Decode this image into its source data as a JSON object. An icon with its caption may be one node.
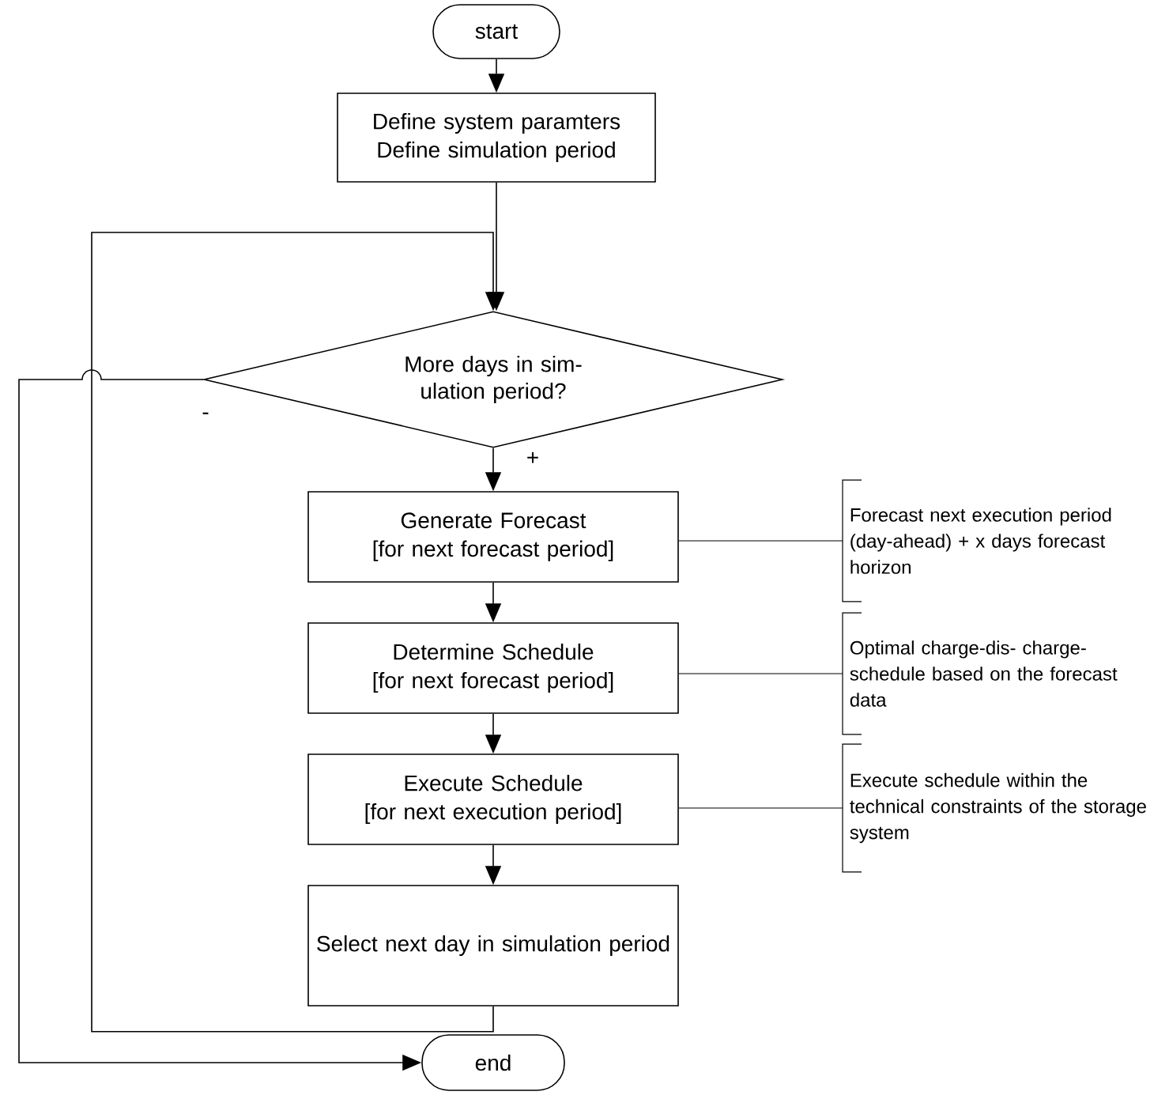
{
  "diagram": {
    "nodes": [
      {
        "text": [
          "start"
        ]
      },
      {
        "text": [
          "Define system paramters",
          "Define simulation period"
        ]
      },
      {
        "text": [
          "More days in sim- ulation period?"
        ]
      },
      {
        "text": [
          "Generate Forecast",
          "[for next forecast period]"
        ]
      },
      {
        "text": [
          "Determine Schedule",
          "[for next forecast period]"
        ]
      },
      {
        "text": [
          "Execute Schedule",
          "[for next execution period]"
        ]
      },
      {
        "text": [
          "Select next day in simulation period"
        ]
      },
      {
        "text": [
          "end"
        ]
      },
      {
        "text": [
          "Forecast next execution period (day-ahead) + x days forecast horizon"
        ]
      },
      {
        "text": [
          "Optimal charge-dis- charge-schedule based on the forecast data"
        ]
      },
      {
        "text": [
          "Execute schedule within the technical constraints of the storage system"
        ]
      }
    ],
    "edges": [
      {
        "from": 0,
        "to": 1,
        "arrow": "to"
      },
      {
        "from": 1,
        "to": 2,
        "arrow": "to"
      },
      {
        "from": 2,
        "to": 3,
        "arrow": "to",
        "label": "+"
      },
      {
        "from": 3,
        "to": 4,
        "arrow": "to"
      },
      {
        "from": 4,
        "to": 5,
        "arrow": "to"
      },
      {
        "from": 5,
        "to": 6,
        "arrow": "to"
      },
      {
        "from": 6,
        "to": 2,
        "arrow": "to"
      },
      {
        "from": 2,
        "to": 7,
        "arrow": "to",
        "label": "-"
      },
      {
        "from": 8,
        "to": 3,
        "arrow": "none"
      },
      {
        "from": 9,
        "to": 4,
        "arrow": "none"
      },
      {
        "from": 10,
        "to": 5,
        "arrow": "none"
      }
    ]
  }
}
